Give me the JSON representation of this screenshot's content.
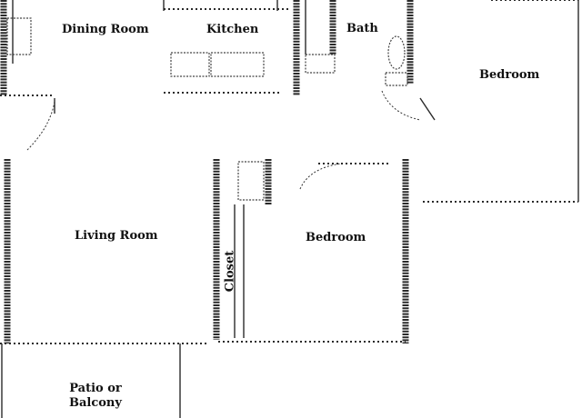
{
  "rooms": {
    "dining": "Dining Room",
    "kitchen": "Kitchen",
    "bath": "Bath",
    "bedroom_1": "Bedroom",
    "living": "Living Room",
    "bedroom_2": "Bedroom",
    "closet": "Closet",
    "patio_line1": "Patio or",
    "patio_line2": "Balcony"
  }
}
